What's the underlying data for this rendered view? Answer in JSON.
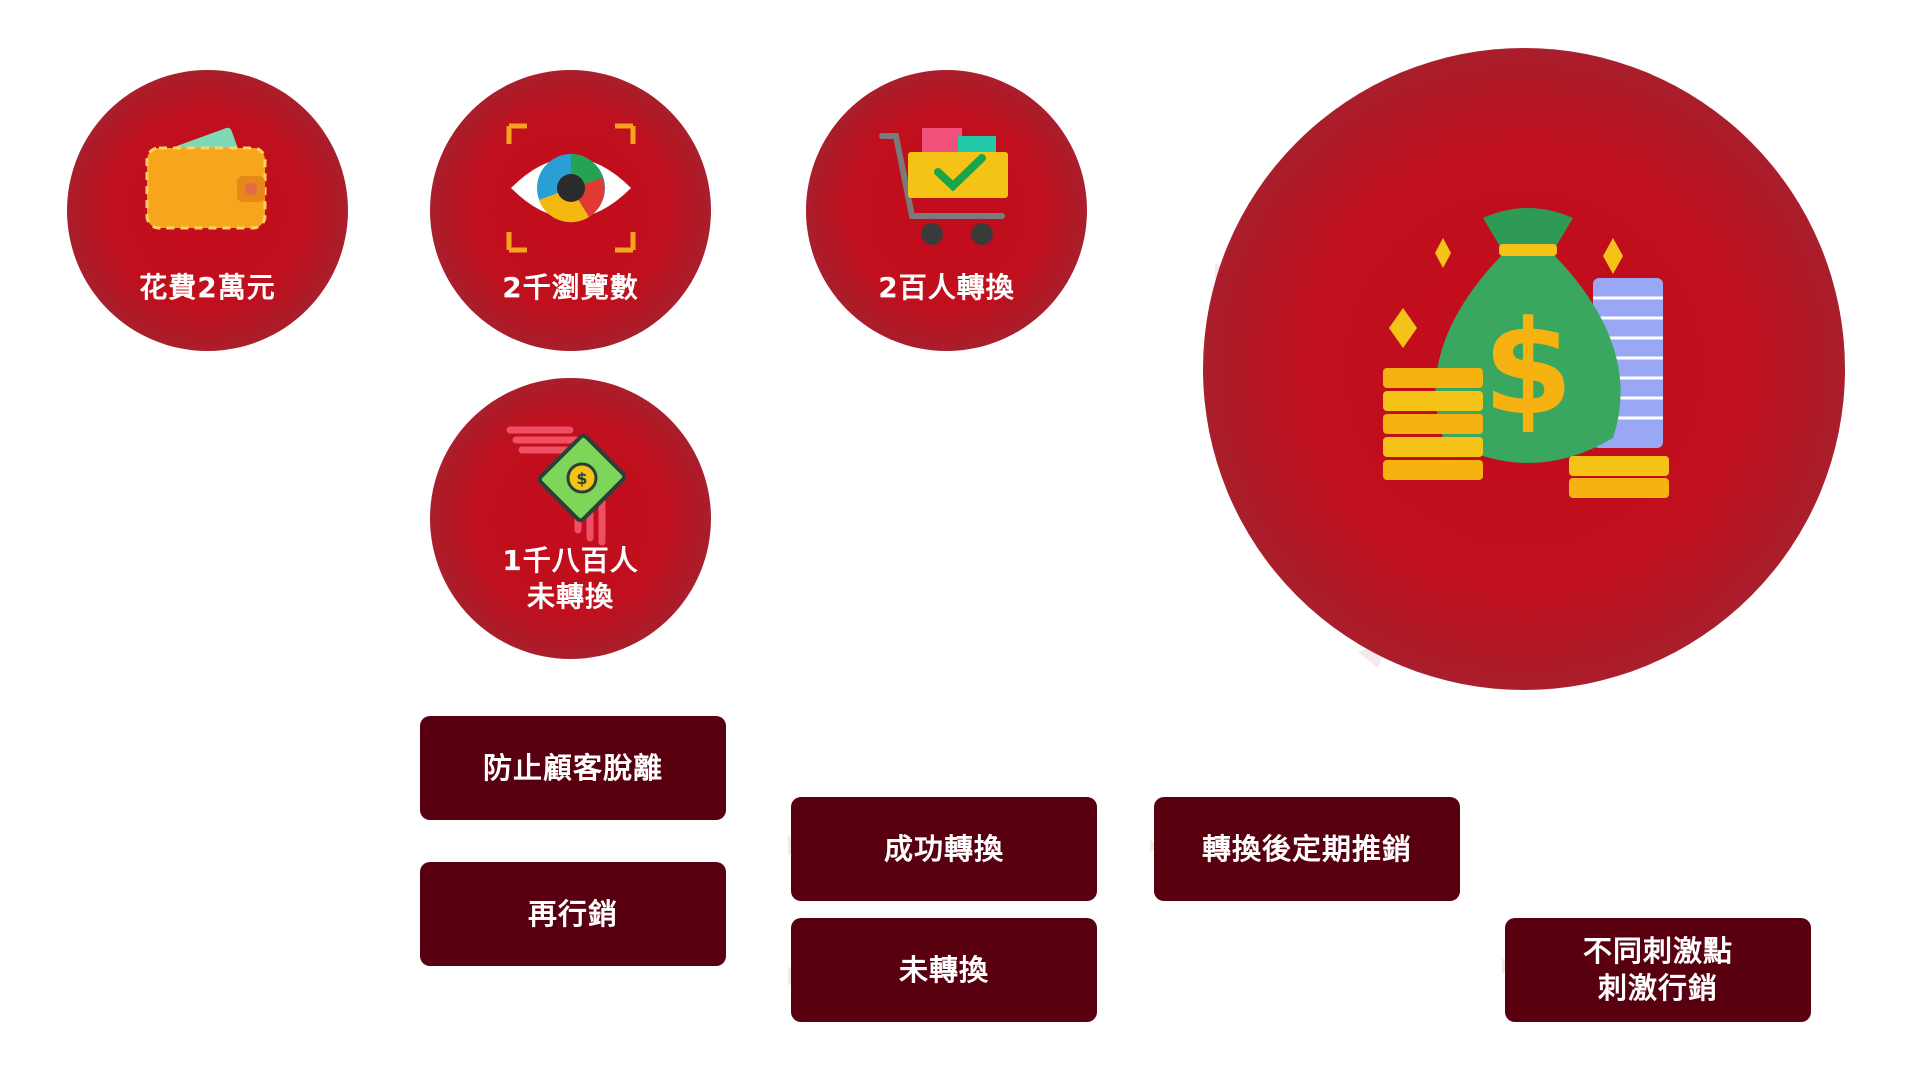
{
  "nodes": {
    "spend": {
      "label": "花費2萬元",
      "icon": "wallet-icon"
    },
    "views": {
      "label": "2千瀏覽數",
      "icon": "eye-icon"
    },
    "converted_people": {
      "label": "2百人轉換",
      "icon": "shopping-cart-icon"
    },
    "not_converted_people": {
      "label": "1千八百人\n未轉換",
      "icon": "flying-money-icon"
    },
    "revenue": {
      "icon": "money-bag-icon"
    }
  },
  "boxes": {
    "prevent_churn": "防止顧客脫離",
    "remarketing": "再行銷",
    "success_conversion": "成功轉換",
    "not_converted": "未轉換",
    "post_conversion": "轉換後定期推銷",
    "stimulus": "不同刺激點\n刺激行銷"
  },
  "colors": {
    "circle_red": "#c30d1c",
    "box_maroon": "#590010",
    "arrow_tint": "#f2dde0"
  }
}
